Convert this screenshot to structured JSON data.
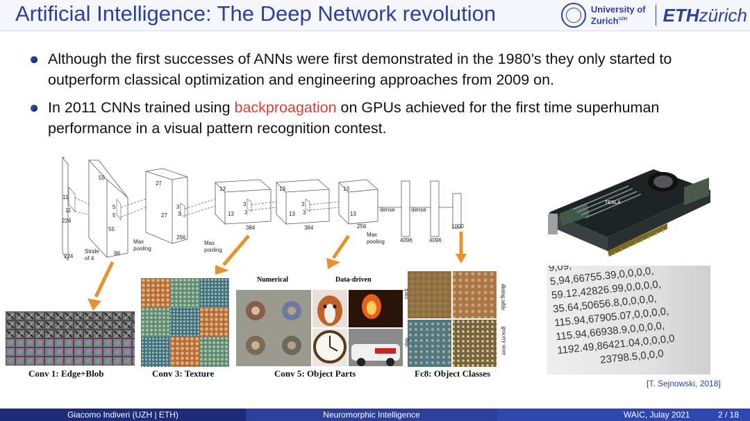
{
  "slide": {
    "title": "Artificial Intelligence: The Deep Network revolution",
    "logo_uzh_line1": "University of",
    "logo_uzh_line2": "Zurich",
    "logo_uzh_sup": "UZH",
    "logo_eth_bold": "ETH",
    "logo_eth_rest": "zürich",
    "bullets": [
      {
        "text": "Although the first successes of ANNs were first demonstrated in the 1980’s they only started to outperform classical optimization and engineering approaches from 2009 on."
      },
      {
        "pre": "In 2011 CNNs trained using ",
        "highlight": "backproagation",
        "post": " on GPUs achieved for the first time superhuman performance in a visual pattern recognition contest."
      }
    ],
    "citation": "[T. Sejnowski, 2018]"
  },
  "network_diagram": {
    "input": {
      "d1": "224",
      "d2": "224",
      "k1": "11",
      "k2": "11",
      "stride": "Stride",
      "of": "of 4"
    },
    "conv1": {
      "top": "55",
      "bottom": "55",
      "k": "5",
      "k2": "5",
      "ch": "96"
    },
    "conv2": {
      "top": "27",
      "side": "27",
      "ch": "256",
      "k": "3",
      "k2": "3"
    },
    "conv3": {
      "s": "13",
      "s2": "13",
      "k": "3",
      "k2": "3",
      "ch": "384"
    },
    "conv4": {
      "s": "13",
      "s2": "13",
      "k": "3",
      "k2": "3",
      "ch": "384"
    },
    "conv5": {
      "s": "13",
      "s2": "13",
      "ch": "256"
    },
    "pool1": [
      "Max",
      "pooling"
    ],
    "pool2": [
      "Max",
      "pooling"
    ],
    "pool3": [
      "Max",
      "pooling"
    ],
    "dense1": {
      "label": "dense",
      "size": "4096"
    },
    "dense2": {
      "label": "dense",
      "size": "4096"
    },
    "out": {
      "size": "1000"
    }
  },
  "feature_panels": {
    "numerical": "Numerical",
    "data_driven": "Data-driven",
    "side_labels": [
      "cock",
      "dining table",
      "ship",
      "grocery store"
    ],
    "captions": [
      "Conv 1: Edge+Blob",
      "Conv 3: Texture",
      "Conv 5: Object Parts",
      "Fc8: Object Classes"
    ]
  },
  "gpu": {
    "brand": "TESLA"
  },
  "numbers_photo": {
    "lines": [
      "9,09,",
      "5,94,66755.39,0,0,0,0,",
      "59.12,42826.99,0,0,0,0,",
      "35.64,50656.8,0,0,0,0,",
      "115.94,67905.07,0,0,0,0,",
      "115.94,66938.9,0,0,0,0,",
      "1192.49,86421.04,0,0,0,0",
      "23798.5,0,0,0"
    ]
  },
  "footer": {
    "author": "Giacomo Indiveri  (UZH | ETH)",
    "talk": "Neuromorphic Intelligence",
    "date": "WAIC, Julay 2021",
    "page": "2 / 18"
  },
  "colors": {
    "title": "#2a3f9e",
    "highlight": "#e03a2f",
    "arrow": "#e8902a",
    "footer_dark": "#1d2c7a",
    "footer_mid": "#2c3f9a",
    "footer_light": "#2f45b0"
  }
}
